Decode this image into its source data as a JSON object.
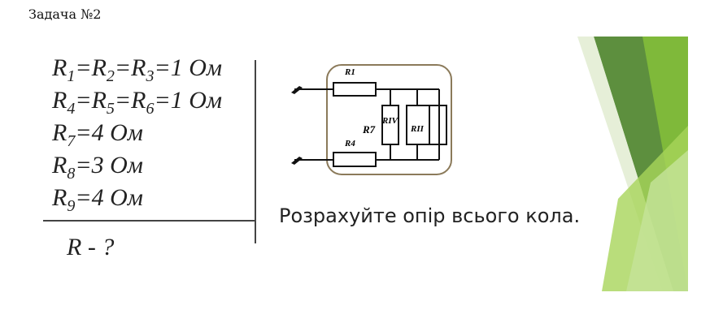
{
  "title": "Задача №2",
  "givens": [
    [
      {
        "t": "R",
        "s": "1"
      },
      {
        "t": "=R",
        "s": "2"
      },
      {
        "t": "=R",
        "s": "3"
      },
      {
        "t": "=1 Ом"
      }
    ],
    [
      {
        "t": "R",
        "s": "4"
      },
      {
        "t": "=R",
        "s": "5"
      },
      {
        "t": "=R",
        "s": "6"
      },
      {
        "t": "=1 Ом"
      }
    ],
    [
      {
        "t": "R",
        "s": "7"
      },
      {
        "t": "=4 Ом"
      }
    ],
    [
      {
        "t": "R",
        "s": "8"
      },
      {
        "t": "=3 Ом"
      }
    ],
    [
      {
        "t": "R",
        "s": "9"
      },
      {
        "t": "=4 Ом"
      }
    ]
  ],
  "unknown": "R - ?",
  "circuit": {
    "r1": "R1",
    "r4": "R4",
    "r7": "R7",
    "riv": "RIV",
    "rii": "RII"
  },
  "task": "Розрахуйте опір всього кола.",
  "colors": {
    "accent_dark": "#5a9a3c",
    "accent_light": "#8cc63e",
    "box": "#8b7a5a"
  }
}
